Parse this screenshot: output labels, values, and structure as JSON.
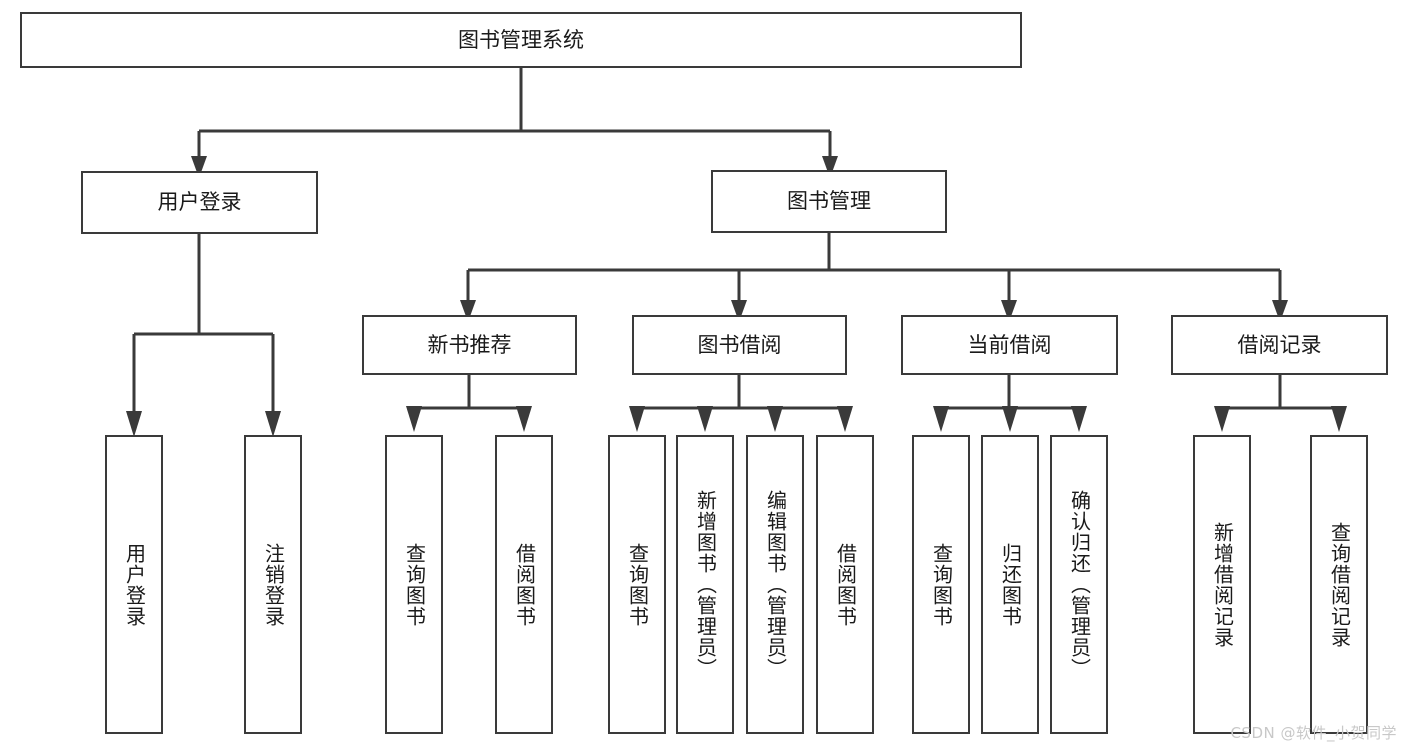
{
  "diagram": {
    "type": "tree-hierarchy",
    "root": {
      "id": "root",
      "label": "图书管理系统"
    },
    "level2": [
      {
        "id": "user-login",
        "label": "用户登录"
      },
      {
        "id": "book-manage",
        "label": "图书管理"
      }
    ],
    "level3": [
      {
        "id": "new-book-rec",
        "label": "新书推荐",
        "parent": "book-manage"
      },
      {
        "id": "book-borrow",
        "label": "图书借阅",
        "parent": "book-manage"
      },
      {
        "id": "current-borrow",
        "label": "当前借阅",
        "parent": "book-manage"
      },
      {
        "id": "borrow-record",
        "label": "借阅记录",
        "parent": "book-manage"
      }
    ],
    "leaves": {
      "user_login": [
        {
          "id": "leaf-user-login",
          "label": "用户登录"
        },
        {
          "id": "leaf-logout",
          "label": "注销登录"
        }
      ],
      "new_book_rec": [
        {
          "id": "leaf-query-book-1",
          "label": "查询图书"
        },
        {
          "id": "leaf-borrow-book-1",
          "label": "借阅图书"
        }
      ],
      "book_borrow": [
        {
          "id": "leaf-query-book-2",
          "label": "查询图书"
        },
        {
          "id": "leaf-add-book",
          "label": "新增图书（管理员）"
        },
        {
          "id": "leaf-edit-book",
          "label": "编辑图书（管理员）"
        },
        {
          "id": "leaf-borrow-book-2",
          "label": "借阅图书"
        }
      ],
      "current_borrow": [
        {
          "id": "leaf-query-book-3",
          "label": "查询图书"
        },
        {
          "id": "leaf-return-book",
          "label": "归还图书"
        },
        {
          "id": "leaf-confirm-return",
          "label": "确认归还（管理员）"
        }
      ],
      "borrow_record": [
        {
          "id": "leaf-add-record",
          "label": "新增借阅记录"
        },
        {
          "id": "leaf-query-record",
          "label": "查询借阅记录"
        }
      ]
    },
    "colors": {
      "stroke": "#3a3a3a",
      "fill": "#ffffff",
      "text": "#1a1a1a",
      "watermark": "#c8c8c8"
    }
  },
  "watermark": {
    "text": "CSDN @软件_小贺同学"
  }
}
